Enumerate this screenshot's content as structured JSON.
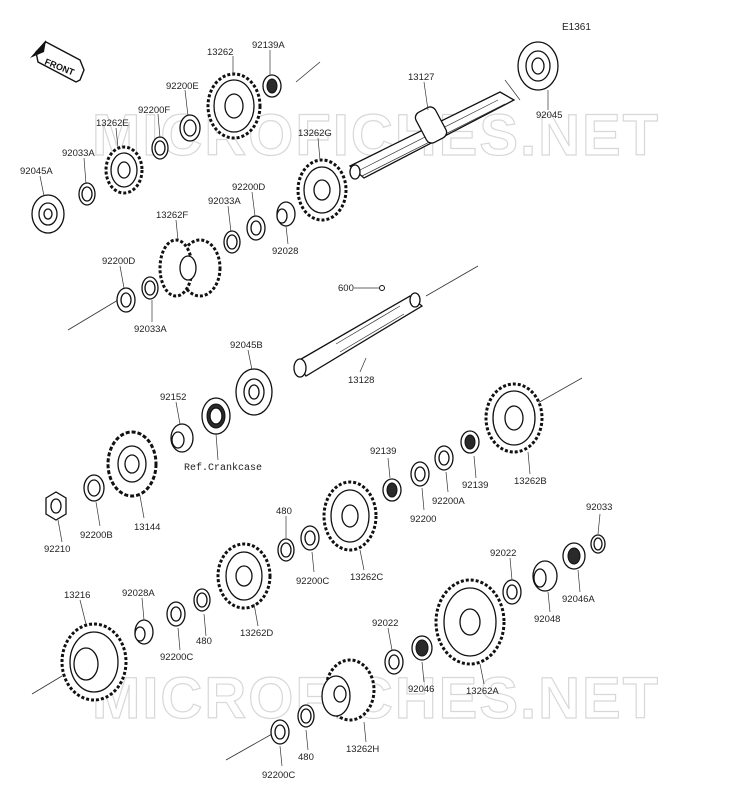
{
  "diagram_code": "E1361",
  "front_label": "FRONT",
  "watermark": "MICROFICHES.NET",
  "ref_note": "Ref.Crankcase",
  "labels": {
    "p13262_top": "13262",
    "p92139A": "92139A",
    "p13127": "13127",
    "p92200E": "92200E",
    "p92200F": "92200F",
    "p13262E": "13262E",
    "p92033A_a": "92033A",
    "p92045A": "92045A",
    "p92045": "92045",
    "p13262G": "13262G",
    "p92200D_a": "92200D",
    "p92033A_b": "92033A",
    "p92028": "92028",
    "p13262F": "13262F",
    "p92200D_b": "92200D",
    "p92033A_c": "92033A",
    "p600": "600",
    "p13128": "13128",
    "p92045B": "92045B",
    "p92152": "92152",
    "p13262B": "13262B",
    "p92139_a": "92139",
    "p92139_b": "92139",
    "p92200A": "92200A",
    "p92200": "92200",
    "p13144": "13144",
    "p92200B": "92200B",
    "p92210": "92210",
    "p480_a": "480",
    "p92200C_a": "92200C",
    "p13262C": "13262C",
    "p92033": "92033",
    "p92022_a": "92022",
    "p92048": "92048",
    "p92046A": "92046A",
    "p13216": "13216",
    "p92028A": "92028A",
    "p92200C_b": "92200C",
    "p480_b": "480",
    "p13262D": "13262D",
    "p92022_b": "92022",
    "p92046": "92046",
    "p13262A": "13262A",
    "p13262H": "13262H",
    "p480_c": "480",
    "p92200C_c": "92200C"
  }
}
